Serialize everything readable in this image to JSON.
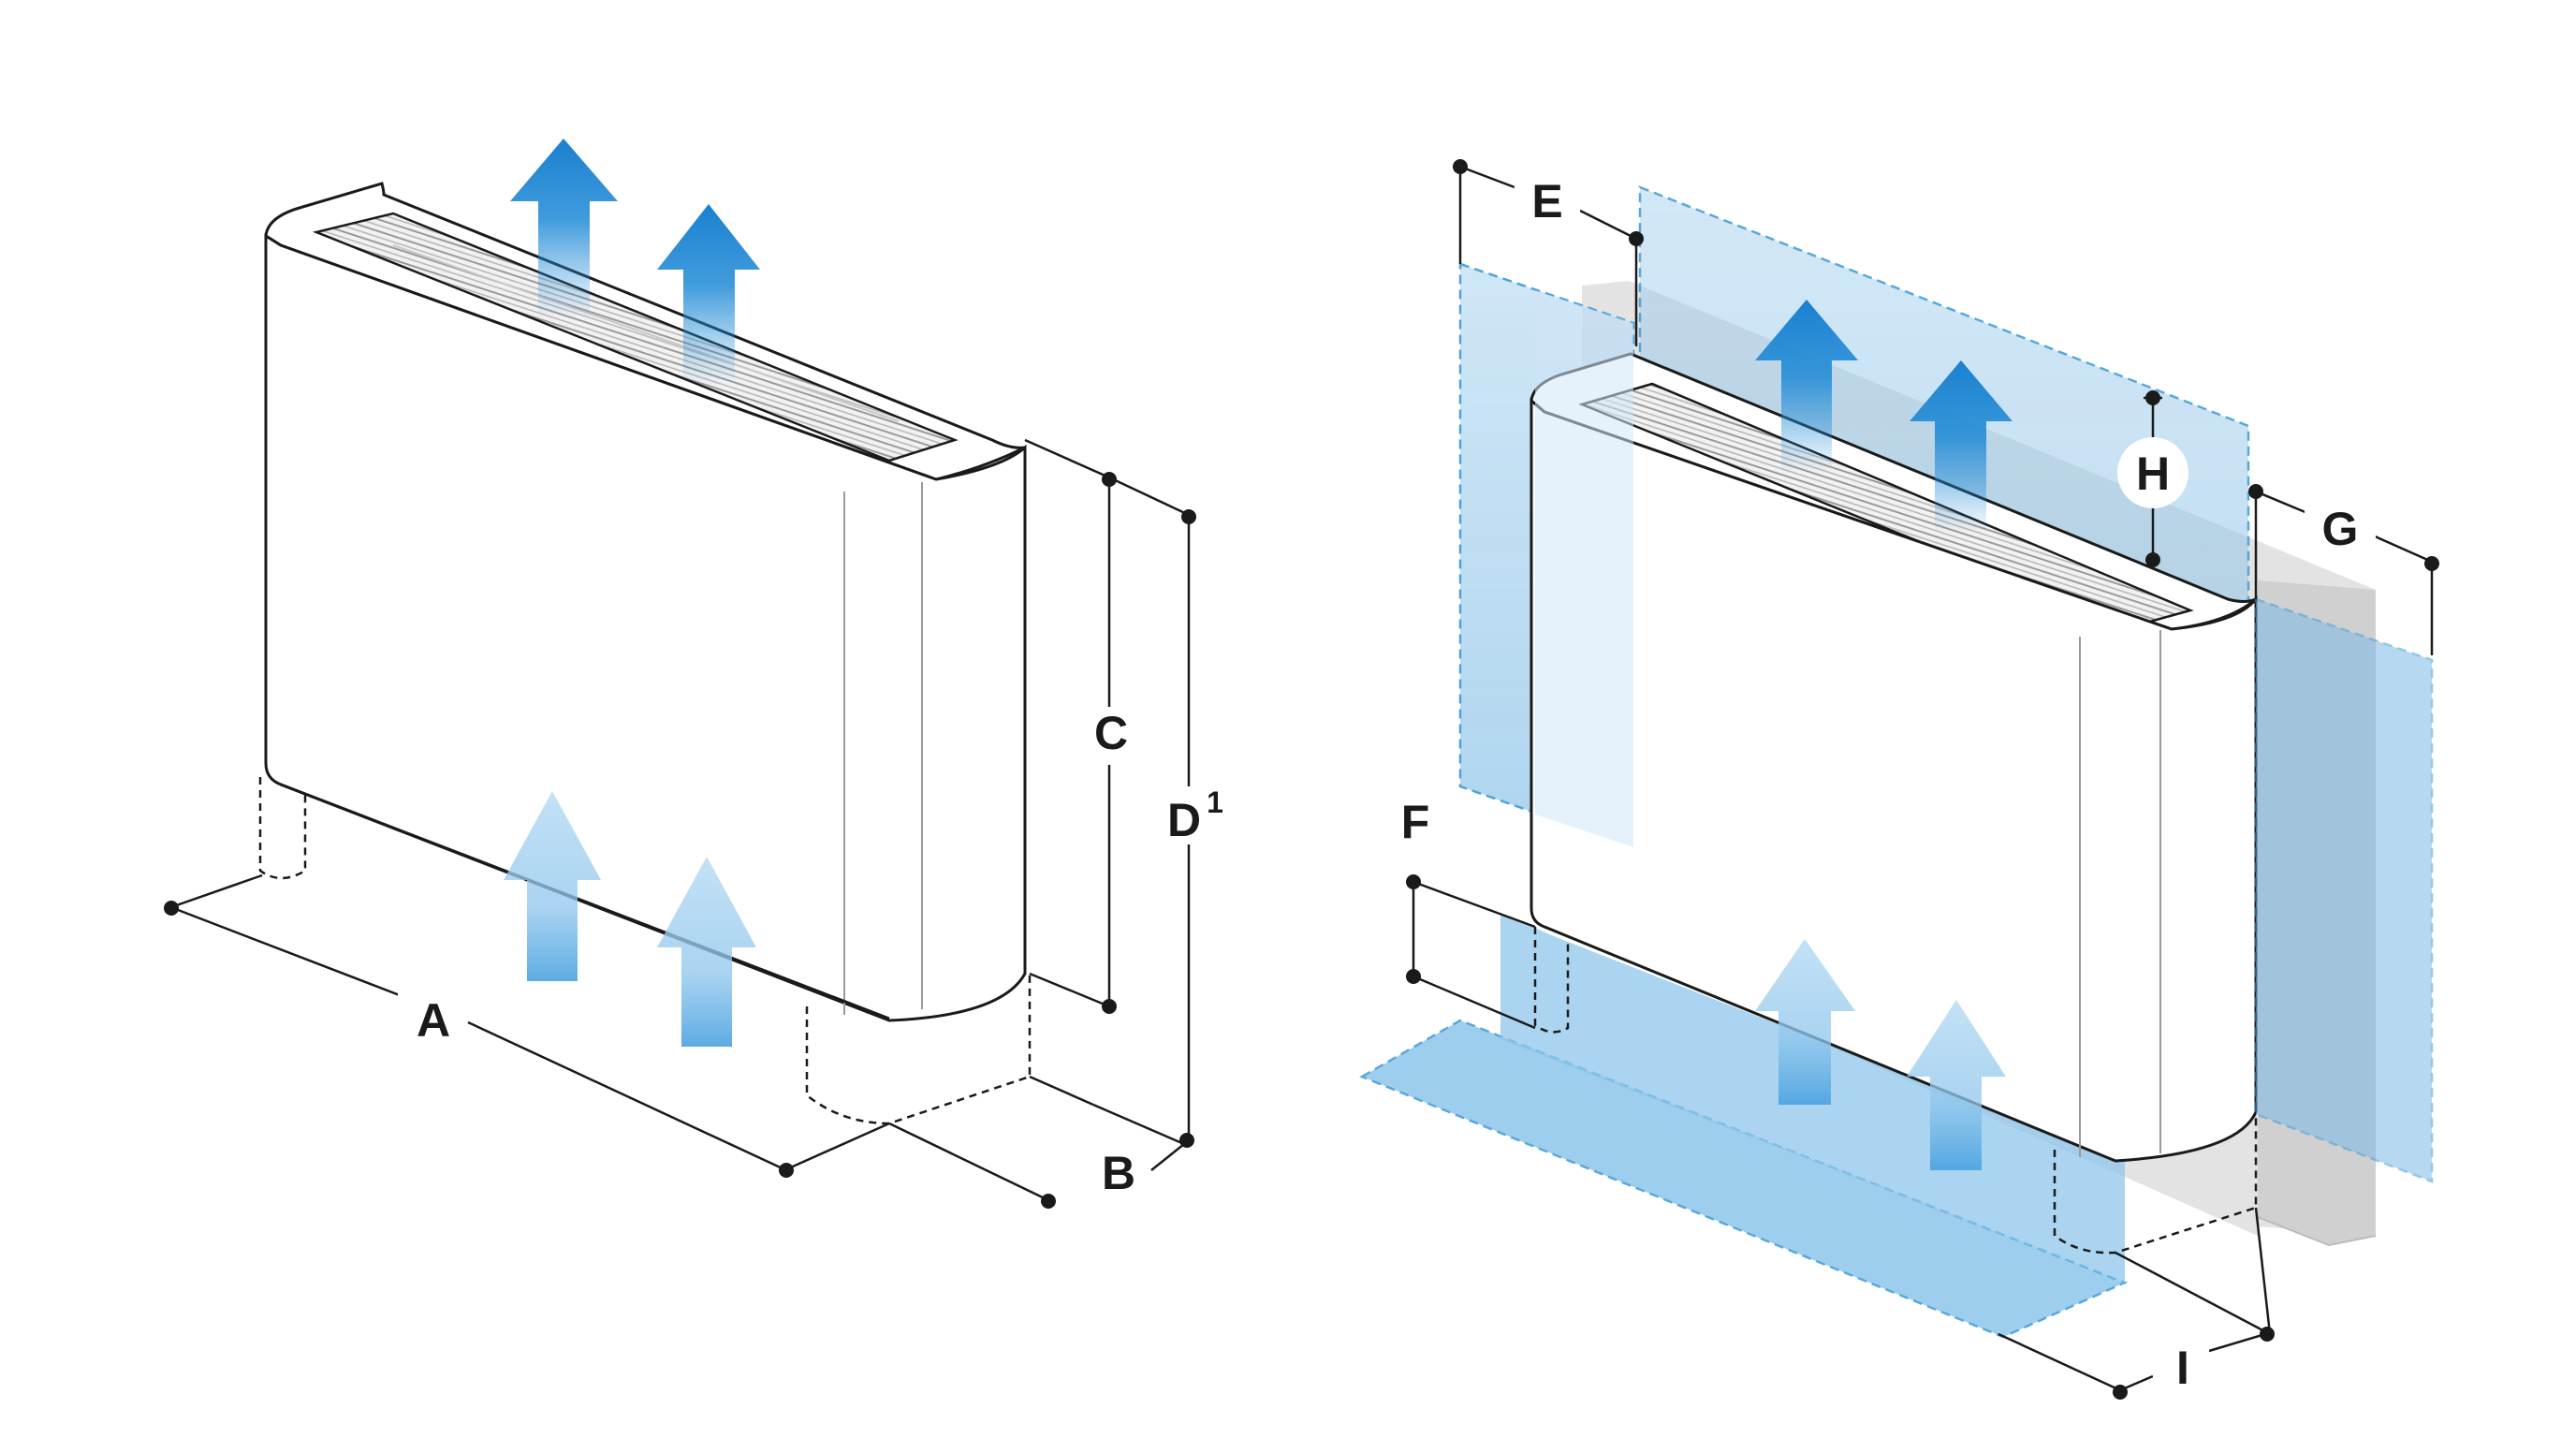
{
  "labels": {
    "A": "A",
    "B": "B",
    "C": "C",
    "D": "D",
    "D_sup": "1",
    "E": "E",
    "F": "F",
    "G": "G",
    "H": "H",
    "I": "I"
  },
  "colors": {
    "outline": "#1a1a1a",
    "arrow_dark": "#1f8ad6",
    "arrow_light": "#a9d3f2",
    "clearance_fill": "#8ec6ea",
    "clearance_edge": "#3d9ad4",
    "wall": "#e4e4e4"
  },
  "icons": {
    "airflow_up": "arrow-up-icon"
  }
}
